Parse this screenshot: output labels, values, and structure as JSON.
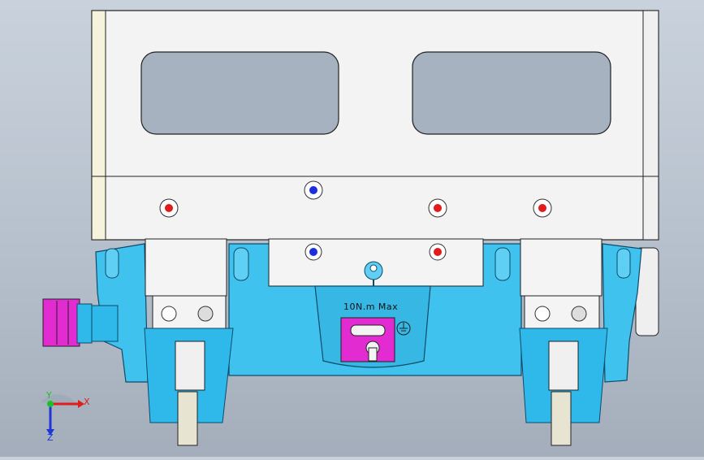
{
  "annotation": {
    "torque_text": "10N.m  Max"
  },
  "triad": {
    "x_label": "X",
    "y_label": "Y",
    "z_label": "Z"
  },
  "colors": {
    "background_top": "#c9d2dc",
    "body_white": "#f3f3f3",
    "window_gray": "#a7b2c0",
    "base_cyan": "#3fc3ee",
    "base_cyan_dark": "#1a8fc4",
    "connector_magenta": "#e22bd0",
    "pin_red": "#e01c1c",
    "pin_blue": "#1c2fe0",
    "axis_x": "#e01c1c",
    "axis_y": "#1dbf2a",
    "axis_z": "#2035d8"
  },
  "icons": [
    "ground-icon",
    "socket-pin-icon",
    "screw-icon"
  ]
}
